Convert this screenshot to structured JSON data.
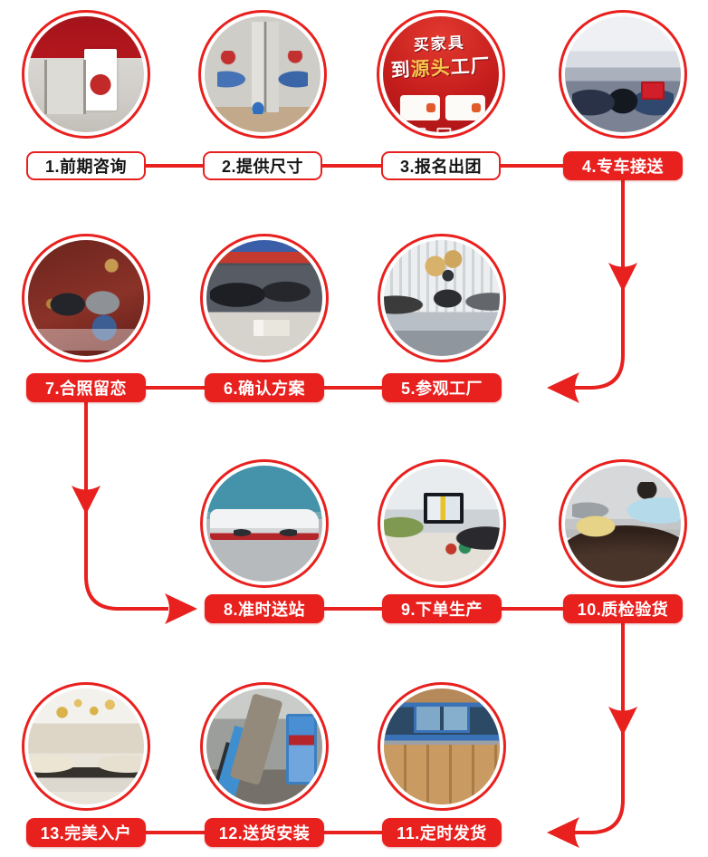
{
  "colors": {
    "accent_red": "#e8201e",
    "outline_label_text": "#161616",
    "filled_label_text": "#ffffff",
    "background": "#ffffff"
  },
  "steps": [
    {
      "id": 1,
      "label": "1.前期咨询",
      "style": "outline",
      "photo_alt": "storefront with red brand fascia and promo poster"
    },
    {
      "id": 2,
      "label": "2.提供尺寸",
      "style": "outline",
      "photo_alt": "two workers measuring a wardrobe at home"
    },
    {
      "id": 3,
      "label": "3.报名出团",
      "style": "outline",
      "photo_alt": "red promo card",
      "overlay": {
        "line1": "买家具",
        "line2_pre": "到",
        "line2_highlight": "源头",
        "line2_post": "工厂"
      }
    },
    {
      "id": 4,
      "label": "4.专车接送",
      "style": "filled",
      "photo_alt": "three men in lobby holding red welcome sign"
    },
    {
      "id": 5,
      "label": "5.参观工厂",
      "style": "filled",
      "photo_alt": "visitors at showroom counter with gold sculpture"
    },
    {
      "id": 6,
      "label": "6.确认方案",
      "style": "filled",
      "photo_alt": "customers reviewing documents at a table"
    },
    {
      "id": 7,
      "label": "7.合照留恋",
      "style": "filled",
      "photo_alt": "couple posing before dark-red photo wall"
    },
    {
      "id": 8,
      "label": "8.准时送站",
      "style": "filled",
      "photo_alt": "white shuttle vans with drivers outside building"
    },
    {
      "id": 9,
      "label": "9.下单生产",
      "style": "filled",
      "photo_alt": "staff entering order at office computers"
    },
    {
      "id": 10,
      "label": "10.质检验货",
      "style": "filled",
      "photo_alt": "worker measuring tabletop for quality check"
    },
    {
      "id": 11,
      "label": "11.定时发货",
      "style": "filled",
      "photo_alt": "warehouse with packed cardboard boxes"
    },
    {
      "id": 12,
      "label": "12.送货安装",
      "style": "filled",
      "photo_alt": "delivery worker carrying package up stairs"
    },
    {
      "id": 13,
      "label": "13.完美入户",
      "style": "filled",
      "photo_alt": "finished luxury living room with chandelier"
    }
  ]
}
